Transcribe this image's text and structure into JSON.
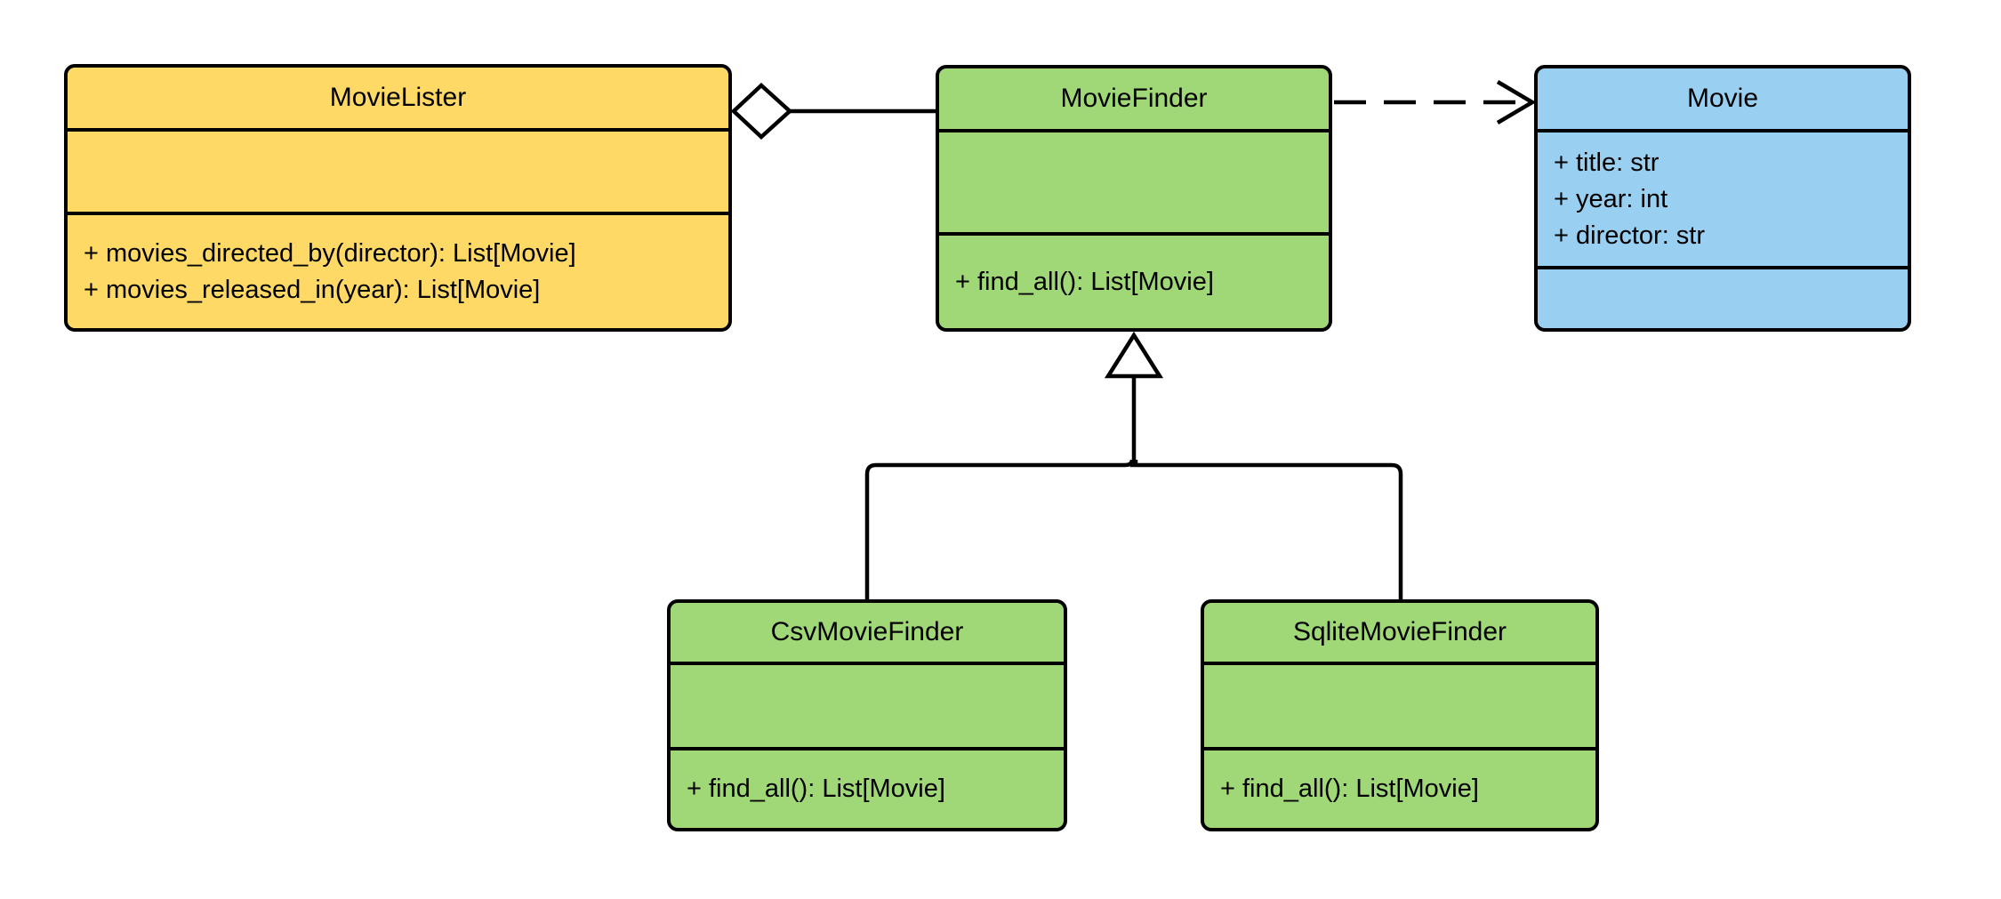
{
  "diagram_type": "uml-class-diagram",
  "palette": {
    "lister_fill": "#FFD966",
    "finder_fill": "#A0D878",
    "movie_fill": "#99CFF0",
    "stroke": "#000000",
    "background": "#FFFFFF"
  },
  "classes": [
    {
      "name": "MovieLister",
      "fill": "#FFD966",
      "attributes": [],
      "methods": [
        "+ movies_directed_by(director): List[Movie]",
        "+ movies_released_in(year): List[Movie]"
      ]
    },
    {
      "name": "MovieFinder",
      "fill": "#A0D878",
      "attributes": [],
      "methods": [
        "+ find_all(): List[Movie]"
      ]
    },
    {
      "name": "Movie",
      "fill": "#99CFF0",
      "attributes": [
        "+ title: str",
        "+ year: int",
        "+ director: str"
      ],
      "methods": []
    },
    {
      "name": "CsvMovieFinder",
      "fill": "#A0D878",
      "attributes": [],
      "methods": [
        "+ find_all(): List[Movie]"
      ]
    },
    {
      "name": "SqliteMovieFinder",
      "fill": "#A0D878",
      "attributes": [],
      "methods": [
        "+ find_all(): List[Movie]"
      ]
    }
  ],
  "relationships": [
    {
      "type": "aggregation",
      "from": "MovieLister",
      "to": "MovieFinder",
      "line": "solid",
      "marker": "hollow-diamond-at-source"
    },
    {
      "type": "dependency",
      "from": "MovieFinder",
      "to": "Movie",
      "line": "dashed",
      "marker": "open-arrow-at-target"
    },
    {
      "type": "inheritance",
      "from": "CsvMovieFinder",
      "to": "MovieFinder",
      "line": "solid",
      "marker": "hollow-triangle-at-target"
    },
    {
      "type": "inheritance",
      "from": "SqliteMovieFinder",
      "to": "MovieFinder",
      "line": "solid",
      "marker": "hollow-triangle-at-target"
    }
  ]
}
